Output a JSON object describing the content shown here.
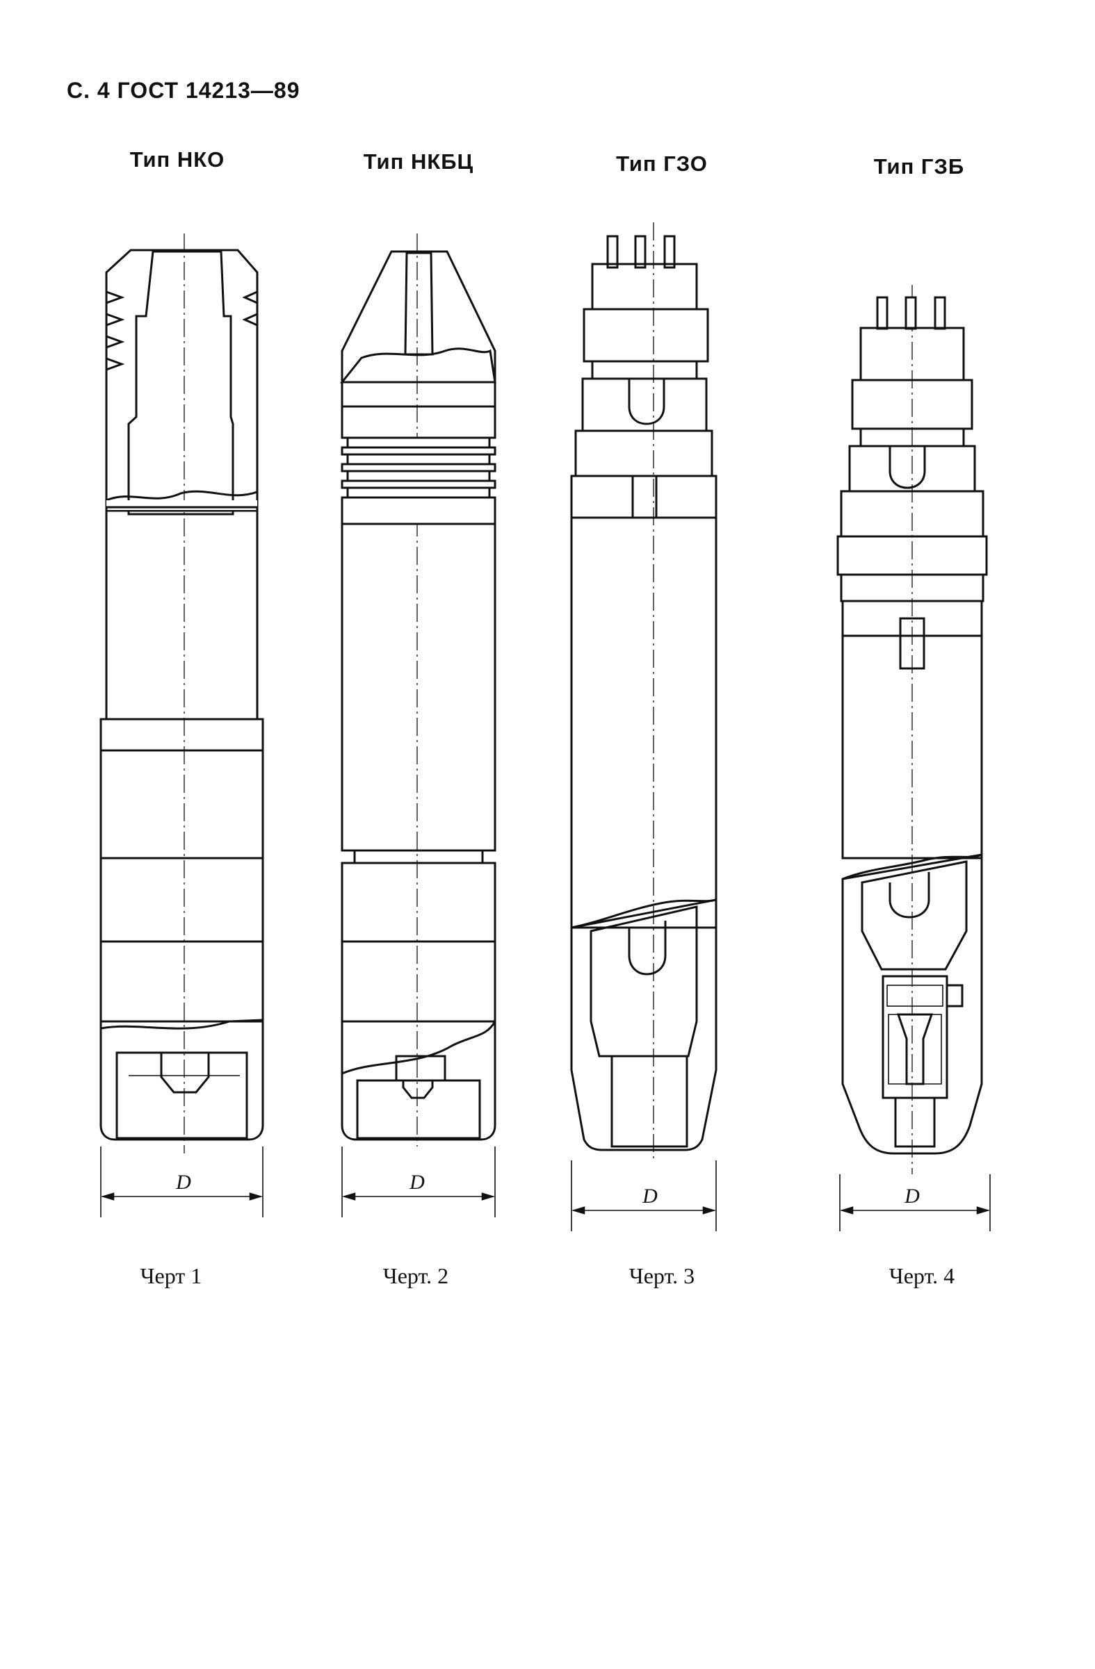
{
  "header": "С. 4 ГОСТ 14213—89",
  "types": [
    {
      "title": "Тип НКО",
      "caption": "Черт 1",
      "dim": "D"
    },
    {
      "title": "Тип НКБЦ",
      "caption": "Черт. 2",
      "dim": "D"
    },
    {
      "title": "Тип ГЗО",
      "caption": "Черт.  3",
      "dim": "D"
    },
    {
      "title": "Тип ГЗБ",
      "caption": "Черт. 4",
      "dim": "D"
    }
  ]
}
